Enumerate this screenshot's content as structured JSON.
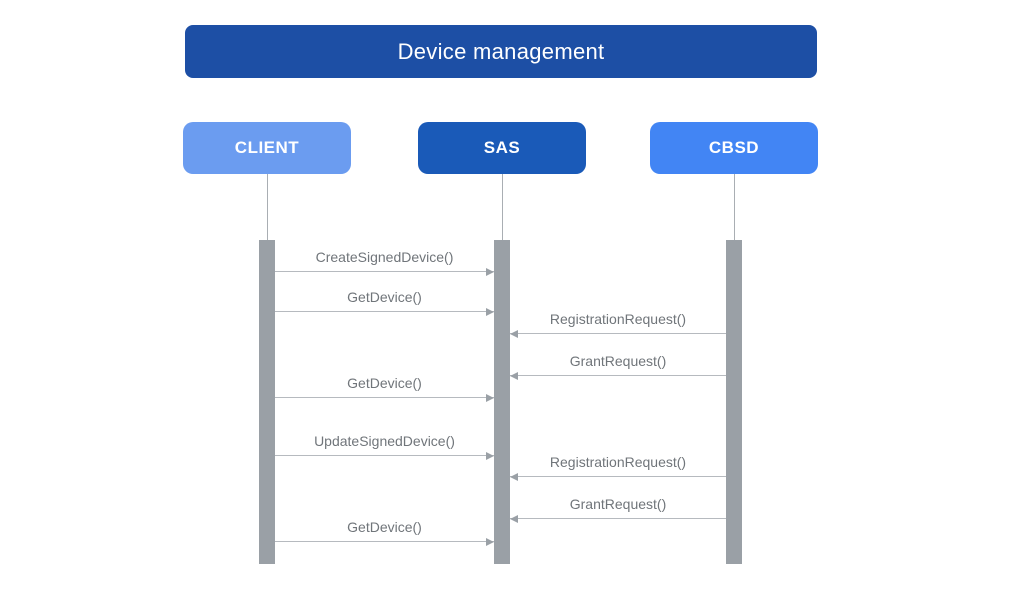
{
  "diagram": {
    "title": "Device management",
    "colors": {
      "title_bg": "#1d4fa5",
      "client_bg": "#6b9cf0",
      "sas_bg": "#1a5ab8",
      "cbsd_bg": "#4285f4",
      "activation_bar": "#9aa0a6",
      "message_line": "#b6babf",
      "message_text": "#70757a",
      "text_on_blue": "#ffffff"
    },
    "actors": [
      {
        "id": "client",
        "label": "CLIENT"
      },
      {
        "id": "sas",
        "label": "SAS"
      },
      {
        "id": "cbsd",
        "label": "CBSD"
      }
    ],
    "messages": [
      {
        "label": "CreateSignedDevice()",
        "from": "CLIENT",
        "to": "SAS",
        "direction": "right"
      },
      {
        "label": "GetDevice()",
        "from": "CLIENT",
        "to": "SAS",
        "direction": "right"
      },
      {
        "label": "RegistrationRequest()",
        "from": "CBSD",
        "to": "SAS",
        "direction": "left"
      },
      {
        "label": "GrantRequest()",
        "from": "CBSD",
        "to": "SAS",
        "direction": "left"
      },
      {
        "label": "GetDevice()",
        "from": "CLIENT",
        "to": "SAS",
        "direction": "right"
      },
      {
        "label": "UpdateSignedDevice()",
        "from": "CLIENT",
        "to": "SAS",
        "direction": "right"
      },
      {
        "label": "RegistrationRequest()",
        "from": "CBSD",
        "to": "SAS",
        "direction": "left"
      },
      {
        "label": "GrantRequest()",
        "from": "CBSD",
        "to": "SAS",
        "direction": "left"
      },
      {
        "label": "GetDevice()",
        "from": "CLIENT",
        "to": "SAS",
        "direction": "right"
      }
    ]
  }
}
